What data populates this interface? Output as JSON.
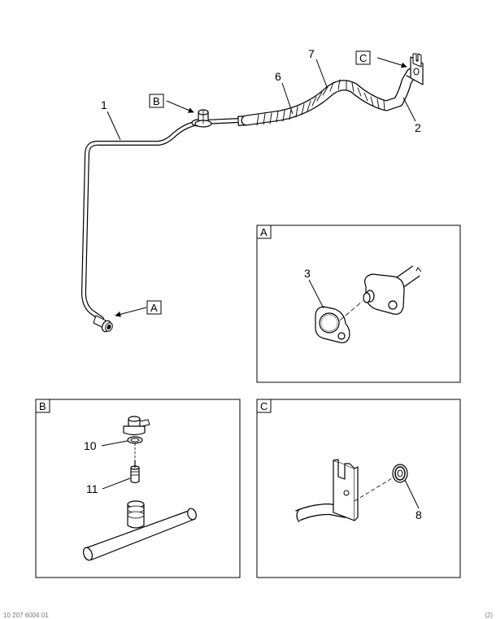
{
  "callouts": {
    "c1": "1",
    "c2": "2",
    "c3": "3",
    "c6": "6",
    "c7": "7",
    "c8": "8",
    "c10": "10",
    "c11": "11"
  },
  "labels": {
    "A": "A",
    "B": "B",
    "C": "C"
  },
  "panels": {
    "A": "A",
    "B": "B",
    "C": "C"
  },
  "footer": {
    "left": "10 207 6004 01",
    "right": "(2)"
  }
}
